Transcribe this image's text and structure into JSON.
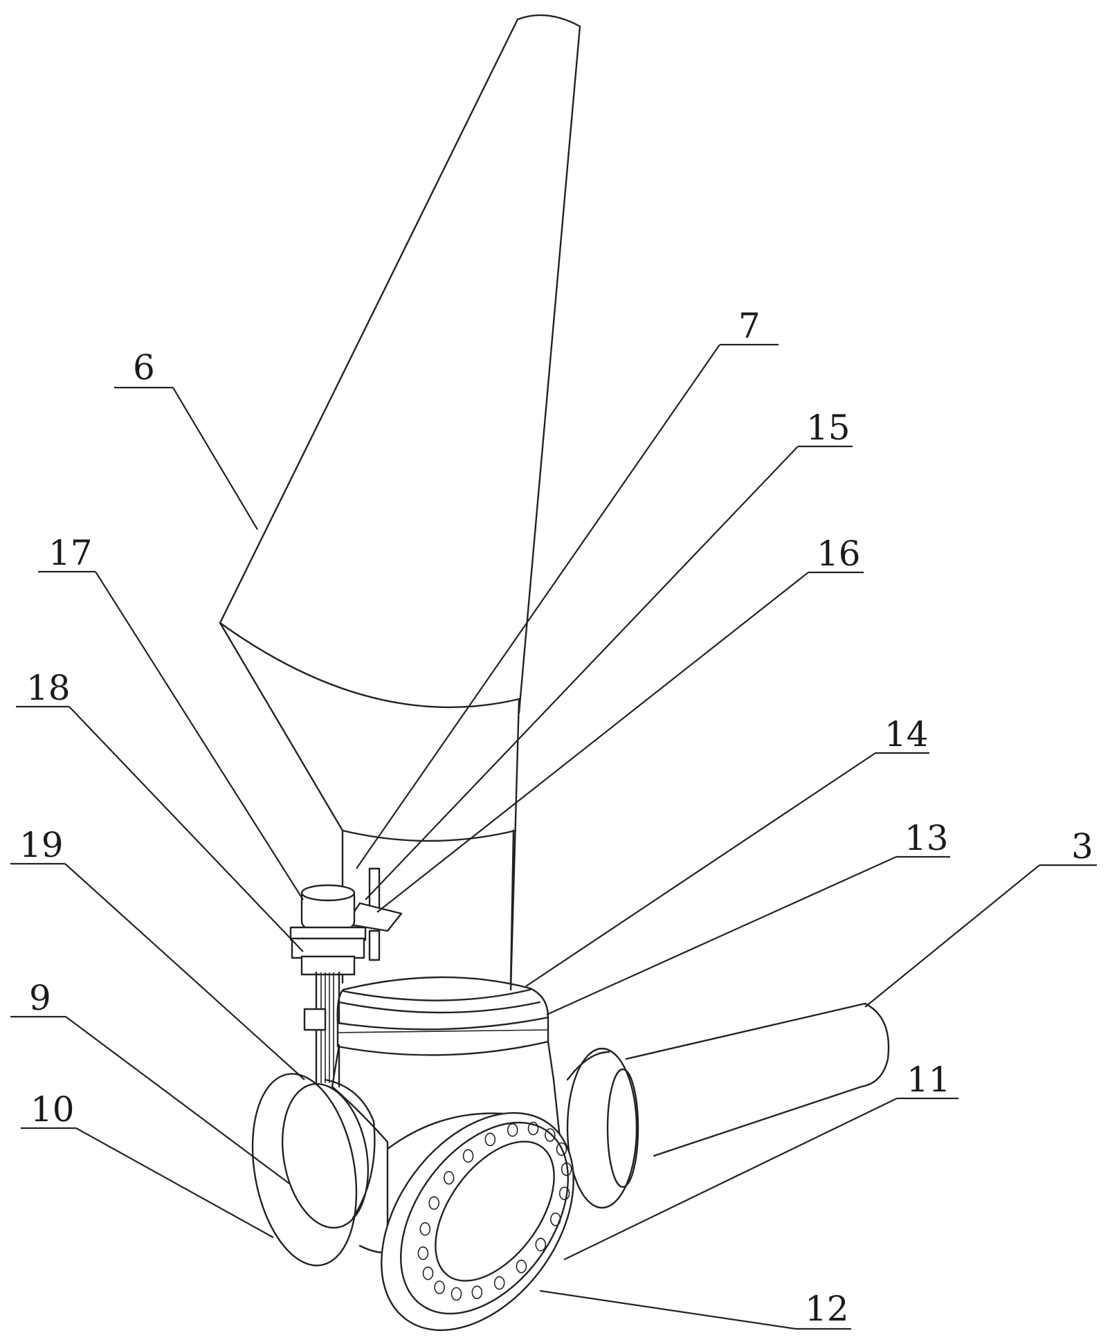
{
  "figure": {
    "colors": {
      "line": "#222222",
      "background": "#ffffff"
    },
    "callouts": [
      {
        "id": "6",
        "text": "6"
      },
      {
        "id": "7",
        "text": "7"
      },
      {
        "id": "15",
        "text": "15"
      },
      {
        "id": "16",
        "text": "16"
      },
      {
        "id": "17",
        "text": "17"
      },
      {
        "id": "18",
        "text": "18"
      },
      {
        "id": "14",
        "text": "14"
      },
      {
        "id": "13",
        "text": "13"
      },
      {
        "id": "3",
        "text": "3"
      },
      {
        "id": "19",
        "text": "19"
      },
      {
        "id": "9",
        "text": "9"
      },
      {
        "id": "10",
        "text": "10"
      },
      {
        "id": "11",
        "text": "11"
      },
      {
        "id": "12",
        "text": "12"
      }
    ]
  }
}
